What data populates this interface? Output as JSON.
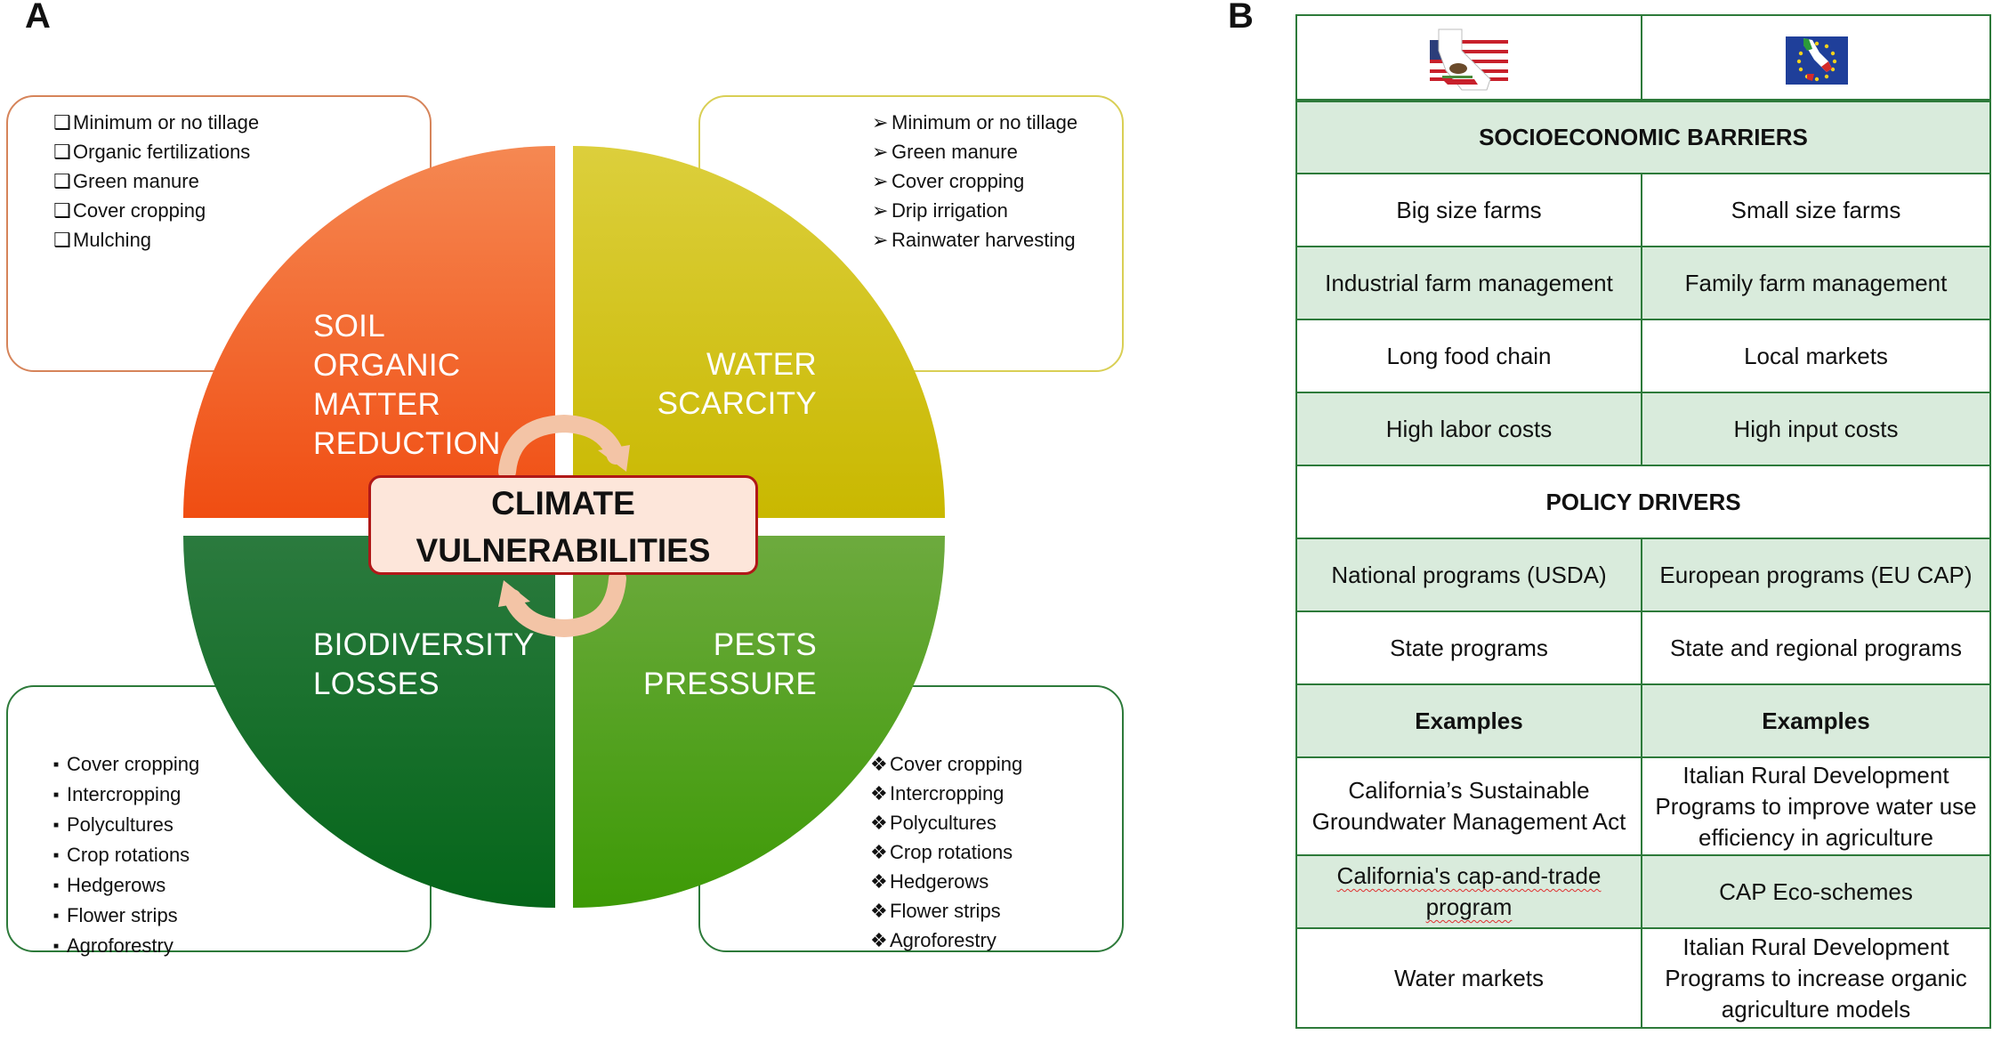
{
  "panels": {
    "a": "A",
    "b": "B"
  },
  "colors": {
    "soil": "#f26422",
    "water": "#d4c81a",
    "biodiversity": "#137a26",
    "pests": "#4f9e1c",
    "accent_border": "#b01818",
    "table_border": "#2d7a3a",
    "table_fill": "#d9ebdc"
  },
  "boxes": {
    "soil": {
      "bullet": "❑",
      "items": [
        "Minimum or no tillage",
        "Organic fertilizations",
        "Green manure",
        "Cover cropping",
        "Mulching"
      ]
    },
    "water": {
      "bullet": "➢",
      "items": [
        "Minimum or no tillage",
        "Green manure",
        "Cover cropping",
        "Drip irrigation",
        "Rainwater harvesting"
      ]
    },
    "biodiversity": {
      "bullet": "■",
      "items": [
        "Cover cropping",
        "Intercropping",
        "Polycultures",
        "Crop rotations",
        "Hedgerows",
        "Flower strips",
        "Agroforestry"
      ]
    },
    "pests": {
      "bullet": "❖",
      "items": [
        "Cover cropping",
        "Intercropping",
        "Polycultures",
        "Crop rotations",
        "Hedgerows",
        "Flower strips",
        "Agroforestry"
      ]
    }
  },
  "sectors": {
    "soil": [
      "SOIL",
      "ORGANIC",
      "MATTER",
      "REDUCTION"
    ],
    "water": [
      "WATER",
      "SCARCITY"
    ],
    "biodiversity": [
      "BIODIVERSITY",
      "LOSSES"
    ],
    "pests": [
      "PESTS",
      "PRESSURE"
    ]
  },
  "center": [
    "CLIMATE",
    "VULNERABILITIES"
  ],
  "flags": {
    "left": "usa-california-flag",
    "right": "italy-eu-flag"
  },
  "table": {
    "section1": "SOCIOECONOMIC BARRIERS",
    "rows1": [
      [
        "Big size farms",
        "Small size farms"
      ],
      [
        "Industrial farm management",
        "Family farm management"
      ],
      [
        "Long food chain",
        "Local markets"
      ],
      [
        "High labor costs",
        "High input costs"
      ]
    ],
    "section2": "POLICY DRIVERS",
    "rows2": [
      [
        "National programs (USDA)",
        "European programs (EU CAP)"
      ],
      [
        "State programs",
        "State and regional programs"
      ]
    ],
    "examples": [
      "Examples",
      "Examples"
    ],
    "rows3": [
      [
        "California’s Sustainable Groundwater Management Act",
        "Italian Rural Development Programs to improve water use efficiency in agriculture"
      ],
      [
        "California's cap-and-trade program",
        "CAP Eco-schemes"
      ],
      [
        "Water markets",
        "Italian Rural Development Programs to increase organic agriculture models"
      ]
    ]
  }
}
